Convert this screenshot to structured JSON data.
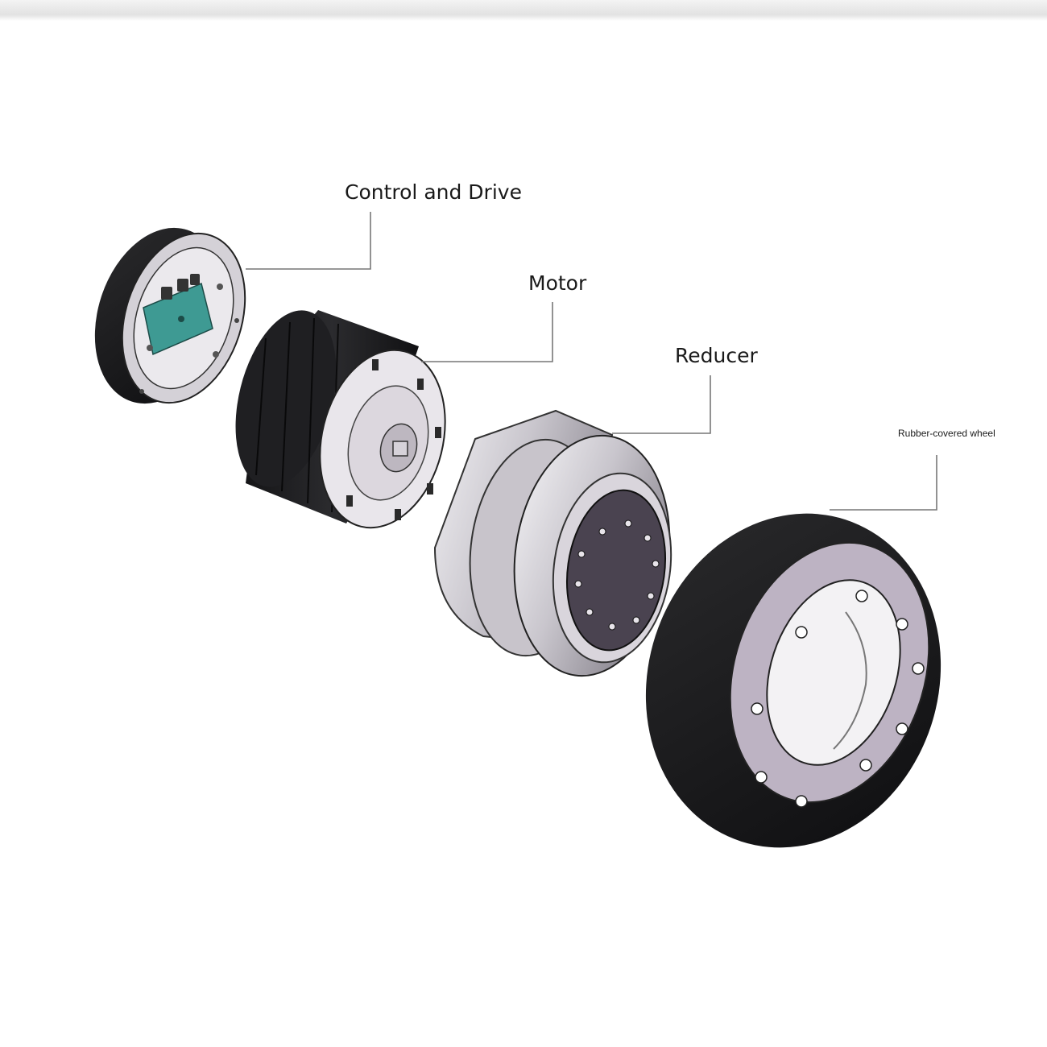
{
  "labels": {
    "control": "Control and Drive",
    "motor": "Motor",
    "reducer": "Reducer",
    "wheel": "Rubber-covered wheel"
  },
  "colors": {
    "rubber": "#1c1c1e",
    "metal_light": "#d8d6dc",
    "metal_lavender": "#bdb3c3",
    "face_dark": "#4a4350",
    "pcb": "#3e9a93",
    "leader": "#777777"
  }
}
